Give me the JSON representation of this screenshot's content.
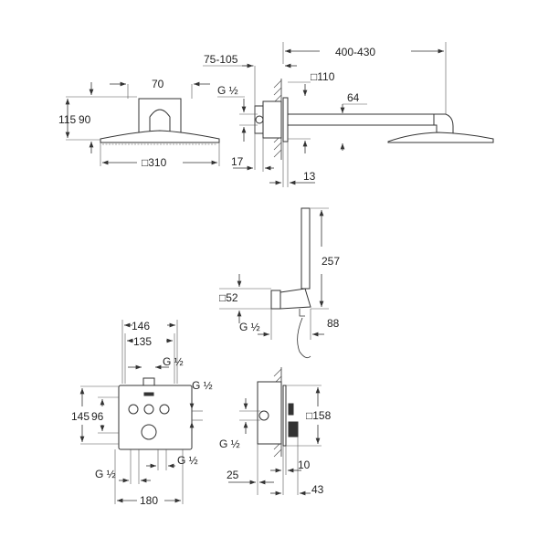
{
  "drawing": {
    "overhead_front": {
      "width_top": "70",
      "height_total": "115",
      "height_body": "90",
      "diameter": "□310"
    },
    "overhead_side": {
      "wall_depth": "75-105",
      "arm_length": "400-430",
      "flange": "□110",
      "arm_height": "64",
      "thread": "G ½",
      "offset_left": "17",
      "flange_depth": "13"
    },
    "hand_shower": {
      "height": "257",
      "holder": "□52",
      "thread": "G ½",
      "depth": "88"
    },
    "valve_front": {
      "width_outer": "146",
      "width_inner": "135",
      "thread_top": "G ½",
      "thread_right": "G ½",
      "height_outer": "145",
      "height_inner": "96",
      "thread_bottom_left": "G ½",
      "thread_bottom_right": "G ½",
      "width_box": "180"
    },
    "valve_side": {
      "plate": "□158",
      "thread": "G ½",
      "box_depth": "25",
      "plate_depth": "10",
      "knob_depth": "43"
    }
  }
}
